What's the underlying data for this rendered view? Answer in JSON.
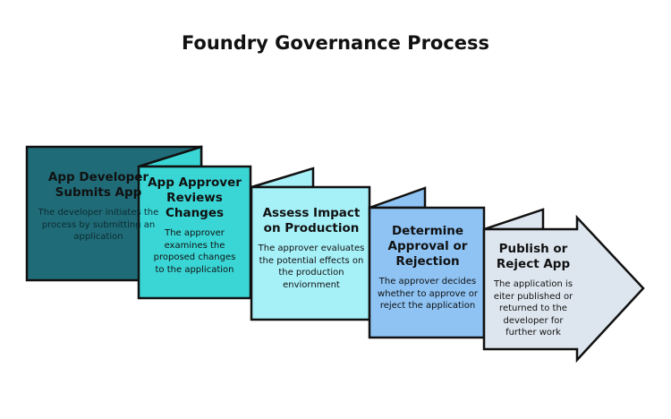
{
  "title": "Foundry Governance Process",
  "steps": [
    {
      "heading": "App Developer Submits App",
      "description": "The developer initiates the process by submitting an application",
      "color": "#1f6c78"
    },
    {
      "heading": "App Approver Reviews Changes",
      "description": "The approver examines the proposed changes to the application",
      "color": "#3ad6d6"
    },
    {
      "heading": "Assess Impact on Production",
      "description": "The approver evaluates the potential effects on the production enviornment",
      "color": "#a6f0f8"
    },
    {
      "heading": "Determine Approval or Rejection",
      "description": "The approver decides whether to approve or reject the application",
      "color": "#8ec3f4"
    },
    {
      "heading": "Publish or Reject App",
      "description": "The application is eiter published or returned to the developer for further work",
      "color": "#dde6ef"
    }
  ]
}
